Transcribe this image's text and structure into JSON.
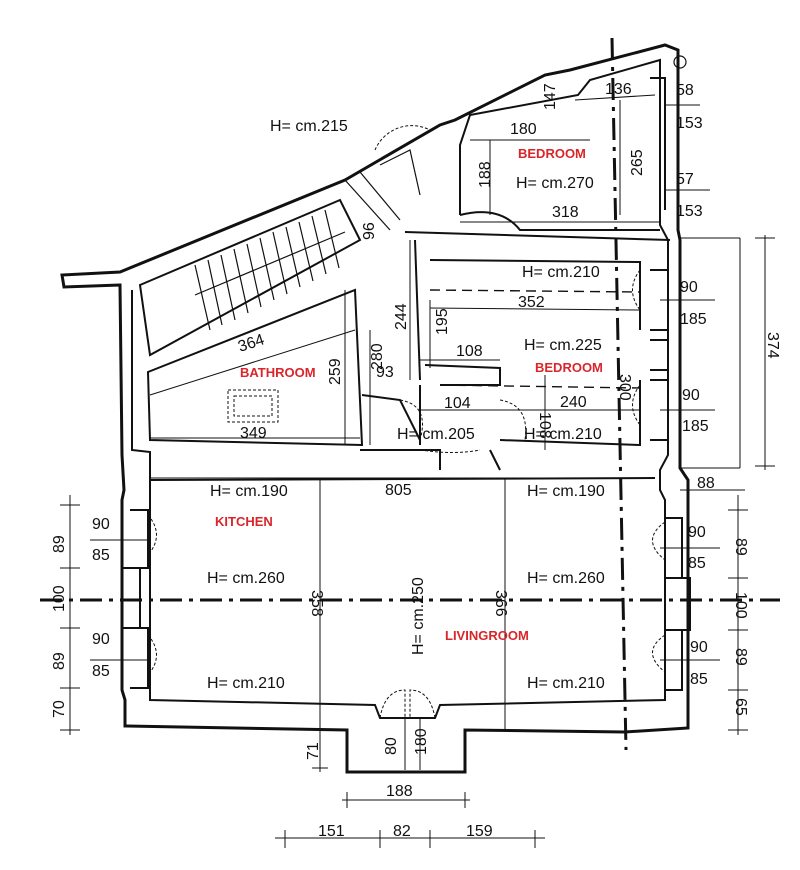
{
  "rooms": {
    "bedroom_top": "BEDROOM",
    "bedroom_mid": "BEDROOM",
    "bathroom": "BATHROOM",
    "kitchen": "KITCHEN",
    "livingroom": "LIVINGROOM"
  },
  "heights": {
    "stair": "H= cm.215",
    "bedroom_top": "H= cm.270",
    "bedroom_mid_a": "H= cm.210",
    "bedroom_mid_b": "H= cm.225",
    "hall_a": "H= cm.205",
    "hall_b": "H= cm.210",
    "kitchen_top": "H= cm.190",
    "living_top": "H= cm.190",
    "kitchen_mid": "H= cm.260",
    "center": "H= cm.250",
    "living_mid": "H= cm.260",
    "kitchen_bottom": "H= cm.210",
    "living_bottom": "H= cm.210"
  },
  "dimensions": {
    "d147": "147",
    "d136": "136",
    "d58": "58",
    "d153a": "153",
    "d180": "180",
    "d265": "265",
    "d188v": "188",
    "d57": "57",
    "d318": "318",
    "d153b": "153",
    "d96": "96",
    "d90a": "90",
    "d185a": "185",
    "d352": "352",
    "d244": "244",
    "d195": "195",
    "d374": "374",
    "d364": "364",
    "d280": "280",
    "d259": "259",
    "d93": "93",
    "d108a": "108",
    "d300": "300",
    "d90b": "90",
    "d185b": "185",
    "d104": "104",
    "d240": "240",
    "d108b": "108",
    "d349": "349",
    "d805": "805",
    "d88": "88",
    "l90a": "90",
    "l85a": "85",
    "l89a": "89",
    "l100a": "100",
    "l90b": "90",
    "l85b": "85",
    "l89b": "89",
    "l70": "70",
    "r90a": "90",
    "r85a": "85",
    "r89a": "89",
    "r100": "100",
    "r90b": "90",
    "r85b": "85",
    "r89b": "89",
    "r65": "65",
    "d358": "358",
    "d366": "366",
    "d71": "71",
    "d80": "80",
    "d180b": "180",
    "d188": "188",
    "d151": "151",
    "d82": "82",
    "d159": "159"
  }
}
